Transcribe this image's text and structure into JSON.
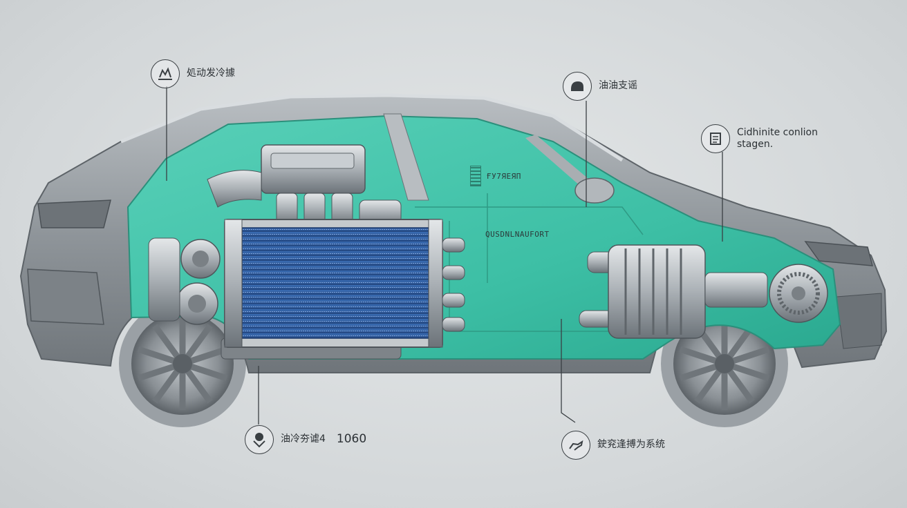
{
  "callouts": {
    "top_left": {
      "icon": "cooling-gauge-icon",
      "label": "処动发冷據"
    },
    "top_mid": {
      "icon": "helmet-icon",
      "label": "油油支谣"
    },
    "top_right": {
      "icon": "document-icon",
      "label": "Cidhinite conlion\nstagen."
    },
    "bottom_left": {
      "icon": "person-pin-icon",
      "label": "油冷夯谑4",
      "value": "1060"
    },
    "bottom_right": {
      "icon": "animal-icon",
      "label": "鉂兖逢搏为系统"
    }
  },
  "body_text": {
    "code_upper": "ҒУ7ЯЕЯП",
    "code_lower": "QUSDNLNAUFORT"
  },
  "colors": {
    "background": "#d8dcde",
    "coolant": "#3fbea5",
    "radiator": "#2e5a9c",
    "car_body": "#8e9499"
  }
}
